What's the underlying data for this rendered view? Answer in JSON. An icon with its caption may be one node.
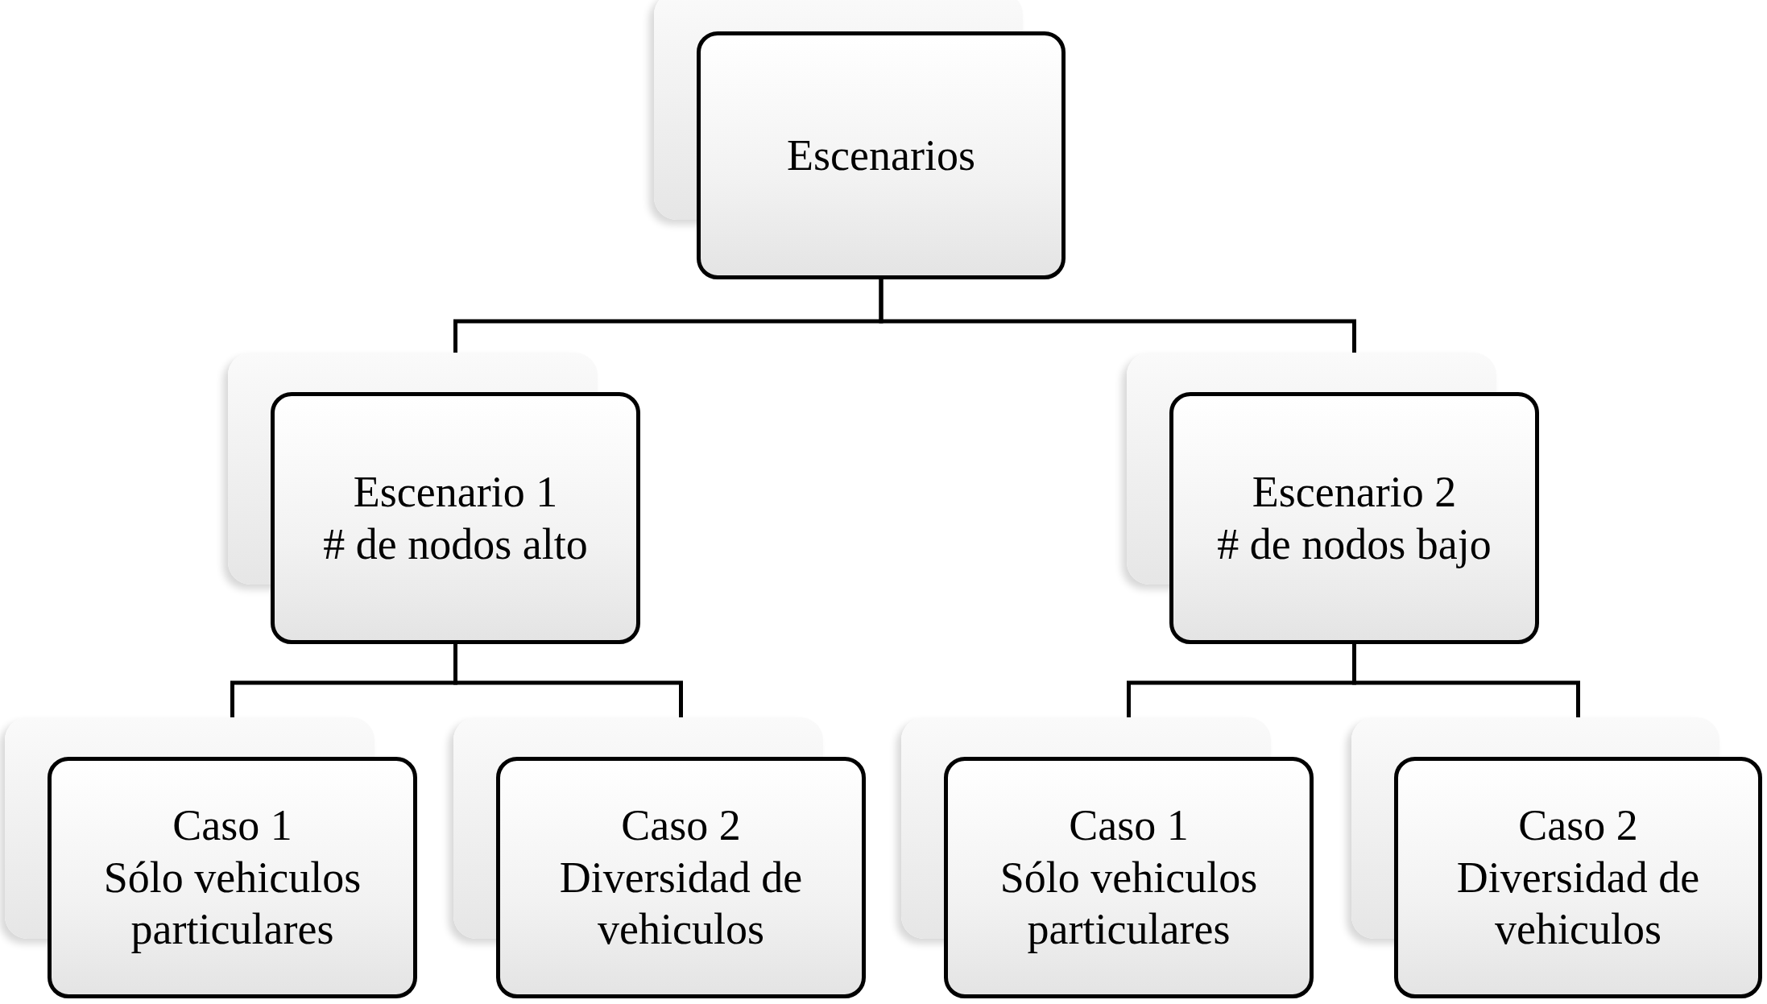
{
  "diagram": {
    "nodes": [
      {
        "text": [
          "Escenarios"
        ]
      },
      {
        "text": [
          "Escenario 1",
          "# de nodos alto"
        ]
      },
      {
        "text": [
          "Escenario 2",
          "# de nodos bajo"
        ]
      },
      {
        "text": [
          "Caso 1",
          "Sólo vehiculos particulares"
        ]
      },
      {
        "text": [
          "Caso 2",
          "Diversidad de vehiculos"
        ]
      },
      {
        "text": [
          "Caso 1",
          "Sólo vehiculos particulares"
        ]
      },
      {
        "text": [
          "Caso 2",
          "Diversidad de vehiculos"
        ]
      }
    ],
    "edges": [
      {
        "from": 0,
        "to": 1,
        "arrow": "none"
      },
      {
        "from": 0,
        "to": 2,
        "arrow": "none"
      },
      {
        "from": 1,
        "to": 3,
        "arrow": "none"
      },
      {
        "from": 1,
        "to": 4,
        "arrow": "none"
      },
      {
        "from": 2,
        "to": 5,
        "arrow": "none"
      },
      {
        "from": 2,
        "to": 6,
        "arrow": "none"
      }
    ]
  }
}
